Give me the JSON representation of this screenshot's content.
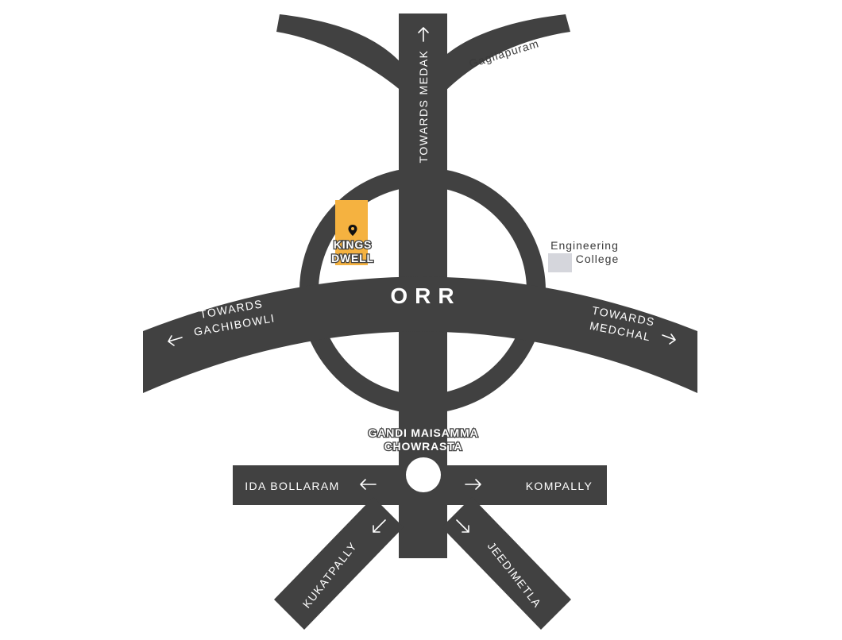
{
  "map": {
    "center_road": "ORR",
    "direction_labels": {
      "north": "TOWARDS MEDAK",
      "west_line1": "TOWARDS",
      "west_line2": "GACHIBOWLI",
      "east_line1": "TOWARDS",
      "east_line2": "MEDCHAL",
      "left_road": "IDA BOLLARAM",
      "right_road": "KOMPALLY",
      "southwest": "KUKATPALLY",
      "southeast": "JEEDIMETLA"
    },
    "places": {
      "top_right": "Gagilapuram",
      "college_line1": "Engineering",
      "college_line2": "College",
      "project_line1": "KINGS",
      "project_line2": "DWELL",
      "junction_line1": "GANDI MAISAMMA",
      "junction_line2": "CHOWRASTA"
    },
    "colors": {
      "road": "#414141",
      "project_highlight": "#f5b240",
      "college_block": "#d5d6dc",
      "background": "#ffffff"
    }
  }
}
